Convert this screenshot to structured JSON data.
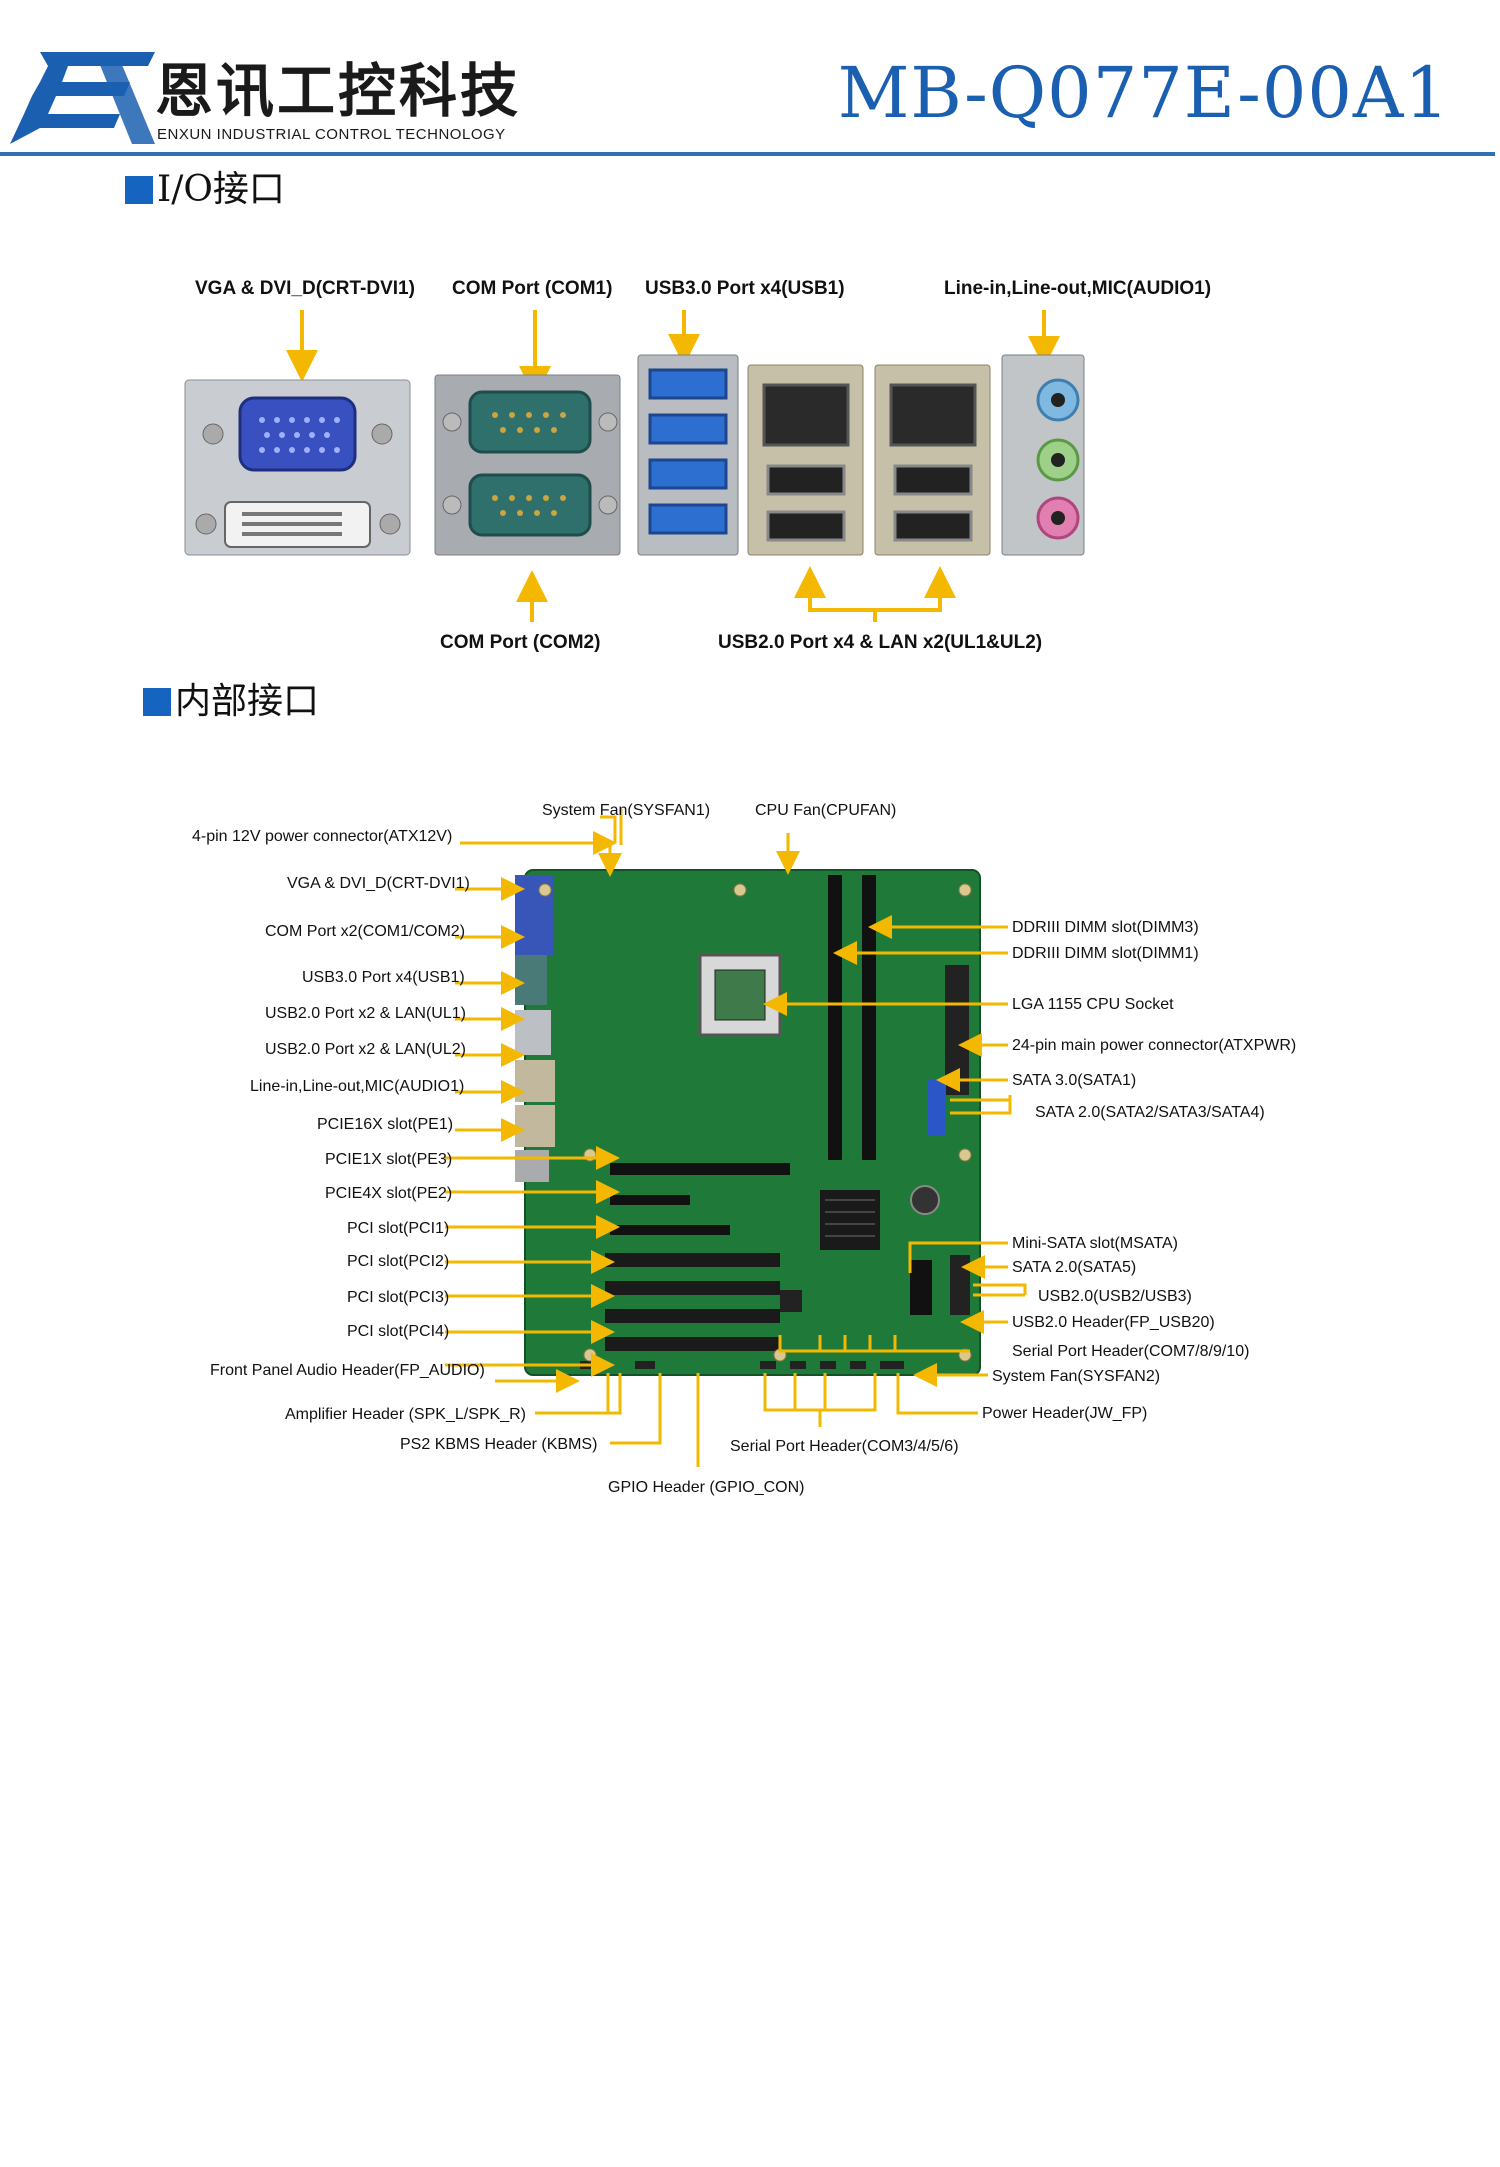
{
  "header": {
    "logo_text": "EX",
    "brand_cn": "恩讯工控科技",
    "brand_en": "ENXUN INDUSTRIAL CONTROL TECHNOLOGY",
    "model": "MB-Q077E-00A1"
  },
  "colors": {
    "brand_blue": "#2f6db5",
    "model_blue": "#1b5fb0",
    "section_square": "#1565c0",
    "arrow_yellow": "#f5b800",
    "pcb_green": "#1f7a3a"
  },
  "sections": {
    "io": {
      "title": "I/O接口"
    },
    "internal": {
      "title": "内部接口"
    }
  },
  "io_labels": {
    "vga": "VGA & DVI_D(CRT-DVI1)",
    "com1": "COM Port (COM1)",
    "usb3": "USB3.0 Port x4(USB1)",
    "audio": "Line-in,Line-out,MIC(AUDIO1)",
    "com2": "COM Port (COM2)",
    "usb2lan": "USB2.0 Port x4 & LAN x2(UL1&UL2)"
  },
  "board_labels": {
    "sysfan1": "System Fan(SYSFAN1)",
    "cpufan": "CPU Fan(CPUFAN)",
    "atx12v": "4-pin 12V power connector(ATX12V)",
    "vga": "VGA & DVI_D(CRT-DVI1)",
    "com": "COM Port x2(COM1/COM2)",
    "usb3": "USB3.0 Port x4(USB1)",
    "ul1": "USB2.0 Port x2 & LAN(UL1)",
    "ul2": "USB2.0 Port x2 & LAN(UL2)",
    "audio": "Line-in,Line-out,MIC(AUDIO1)",
    "pe1": "PCIE16X slot(PE1)",
    "pe3": "PCIE1X slot(PE3)",
    "pe2": "PCIE4X slot(PE2)",
    "pci1": "PCI slot(PCI1)",
    "pci2": "PCI slot(PCI2)",
    "pci3": "PCI slot(PCI3)",
    "pci4": "PCI slot(PCI4)",
    "fpaudio": "Front Panel Audio Header(FP_AUDIO)",
    "spk": "Amplifier Header (SPK_L/SPK_R)",
    "kbms": "PS2 KBMS Header (KBMS)",
    "gpio": "GPIO Header (GPIO_CON)",
    "dimm3": "DDRIII DIMM slot(DIMM3)",
    "dimm1": "DDRIII DIMM slot(DIMM1)",
    "cpu": "LGA 1155 CPU Socket",
    "atxpwr": "24-pin main power connector(ATXPWR)",
    "sata1": "SATA 3.0(SATA1)",
    "sata234": "SATA 2.0(SATA2/SATA3/SATA4)",
    "msata": "Mini-SATA slot(MSATA)",
    "sata5": "SATA 2.0(SATA5)",
    "usb23": "USB2.0(USB2/USB3)",
    "fpusb": "USB2.0 Header(FP_USB20)",
    "com710": "Serial Port Header(COM7/8/9/10)",
    "sysfan2": "System Fan(SYSFAN2)",
    "jwfp": "Power Header(JW_FP)",
    "com36": "Serial Port Header(COM3/4/5/6)"
  }
}
